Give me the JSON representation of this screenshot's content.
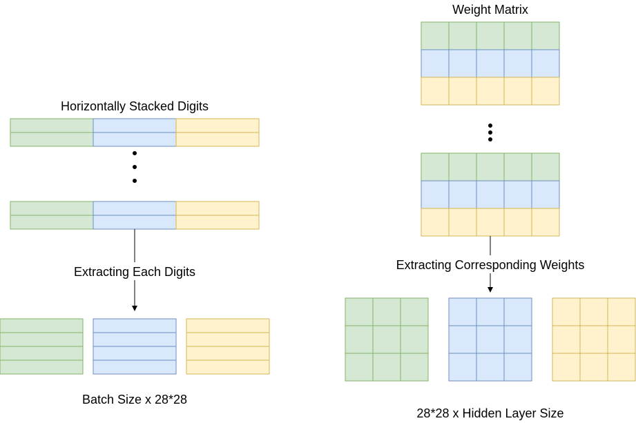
{
  "labels": {
    "stacked_title": "Horizontally Stacked Digits",
    "extract_digits": "Extracting Each Digits",
    "batch_size": "Batch Size x 28*28",
    "weight_title": "Weight Matrix",
    "extract_weights": "Extracting Corresponding Weights",
    "hidden_size": "28*28 x Hidden Layer Size"
  },
  "colors": {
    "green_fill": "#d5e8d4",
    "green_stroke": "#82b366",
    "blue_fill": "#dae8fc",
    "blue_stroke": "#6c8ebf",
    "yellow_fill": "#fff2cc",
    "yellow_stroke": "#d6b656",
    "line": "#000000"
  }
}
